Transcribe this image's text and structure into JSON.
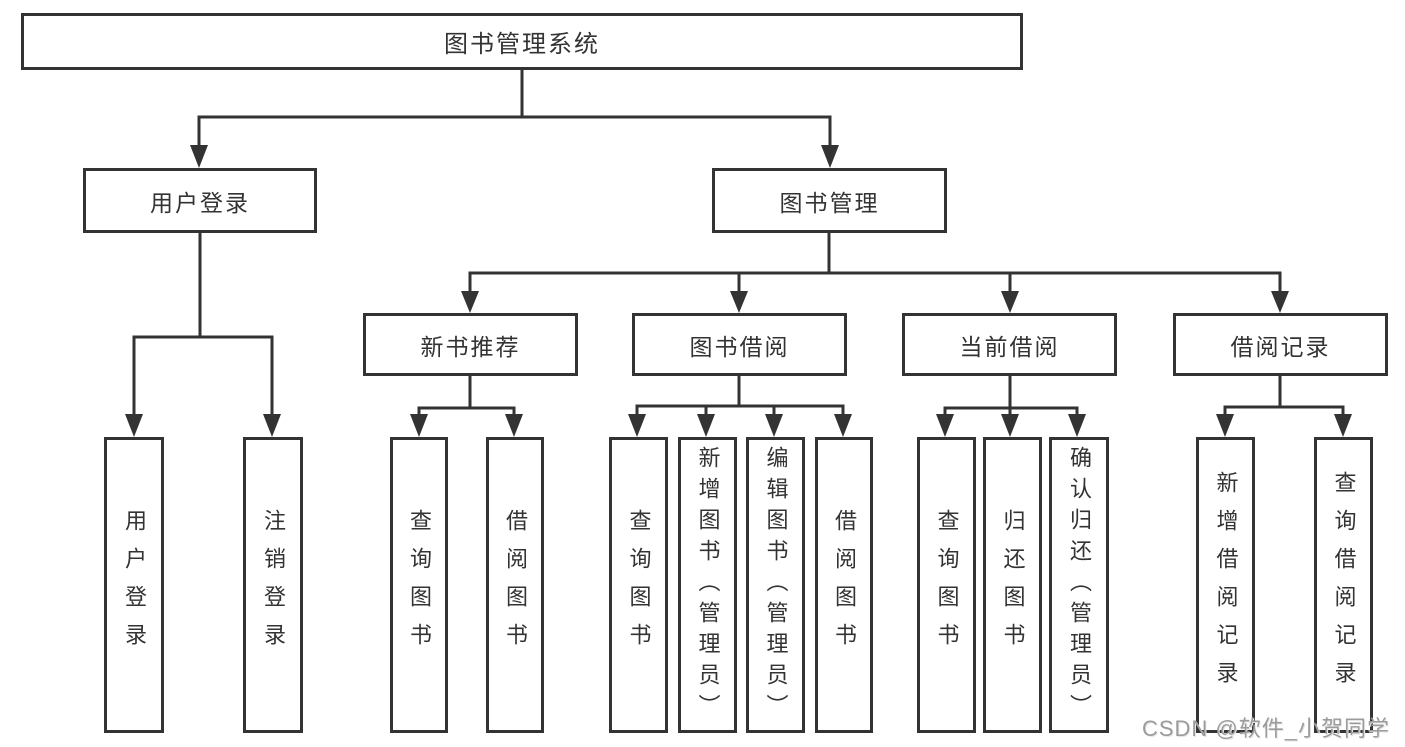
{
  "tree": {
    "label": "图书管理系统",
    "children": [
      {
        "label": "用户登录",
        "children": [
          {
            "label": "用户登录"
          },
          {
            "label": "注销登录"
          }
        ]
      },
      {
        "label": "图书管理",
        "children": [
          {
            "label": "新书推荐",
            "children": [
              {
                "label": "查询图书"
              },
              {
                "label": "借阅图书"
              }
            ]
          },
          {
            "label": "图书借阅",
            "children": [
              {
                "label": "查询图书"
              },
              {
                "label": "新增图书（管理员）"
              },
              {
                "label": "编辑图书（管理员）"
              },
              {
                "label": "借阅图书"
              }
            ]
          },
          {
            "label": "当前借阅",
            "children": [
              {
                "label": "查询图书"
              },
              {
                "label": "归还图书"
              },
              {
                "label": "确认归还（管理员）"
              }
            ]
          },
          {
            "label": "借阅记录",
            "children": [
              {
                "label": "新增借阅记录"
              },
              {
                "label": "查询借阅记录"
              }
            ]
          }
        ]
      }
    ]
  },
  "watermark": {
    "text": "CSDN @软件_小贺同学"
  },
  "colors": {
    "line": "#333333",
    "box_border": "#333333",
    "text": "#333333",
    "watermark": "#9b9b9b",
    "background": "#ffffff"
  }
}
